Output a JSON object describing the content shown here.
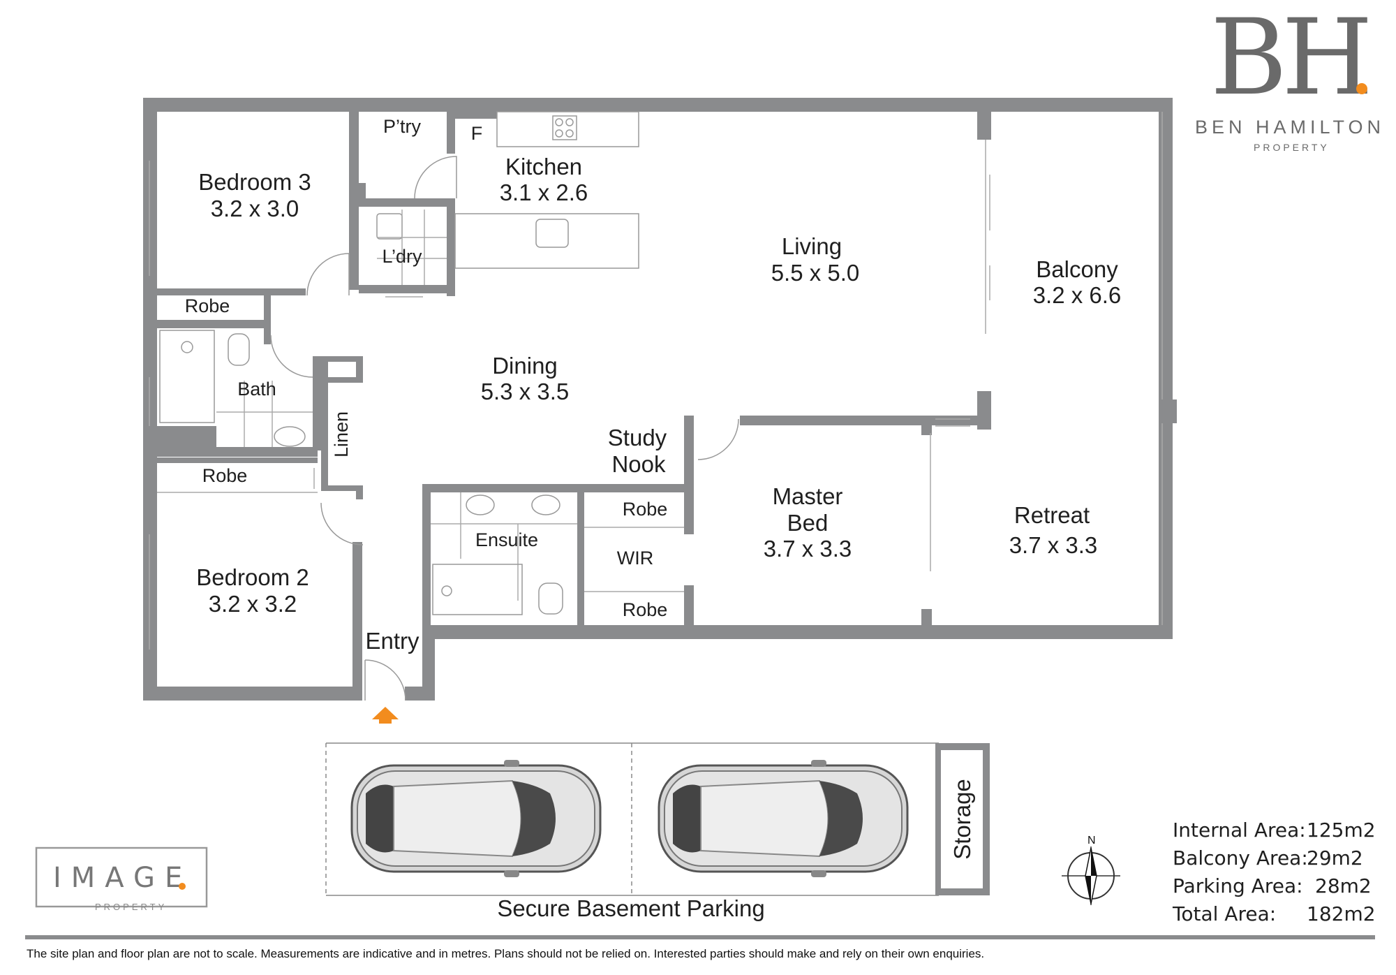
{
  "brand": {
    "monogram": "BH",
    "name": "BEN HAMILTON",
    "subtitle": "PROPERTY",
    "accent_color": "#f28c1e"
  },
  "photographer": {
    "name": "IMAGE",
    "subtitle": "PROPERTY"
  },
  "rooms": {
    "bedroom3": {
      "name": "Bedroom 3",
      "size": "3.2 x 3.0"
    },
    "pantry": {
      "name": "P’try"
    },
    "fridge": {
      "name": "F"
    },
    "kitchen": {
      "name": "Kitchen",
      "size": "3.1 x 2.6"
    },
    "laundry": {
      "name": "L’dry"
    },
    "living": {
      "name": "Living",
      "size": "5.5 x 5.0"
    },
    "balcony": {
      "name": "Balcony",
      "size": "3.2 x 6.6"
    },
    "robe_bed3": {
      "name": "Robe"
    },
    "bath": {
      "name": "Bath"
    },
    "linen": {
      "name": "Linen"
    },
    "dining": {
      "name": "Dining",
      "size": "5.3 x 3.5"
    },
    "study": {
      "line1": "Study",
      "line2": "Nook"
    },
    "robe_bed2": {
      "name": "Robe"
    },
    "bedroom2": {
      "name": "Bedroom 2",
      "size": "3.2 x 3.2"
    },
    "ensuite": {
      "name": "Ensuite"
    },
    "robe_wir_top": {
      "name": "Robe"
    },
    "wir": {
      "name": "WIR"
    },
    "robe_wir_bottom": {
      "name": "Robe"
    },
    "master": {
      "line1": "Master",
      "line2": "Bed",
      "size": "3.7 x 3.3"
    },
    "retreat": {
      "name": "Retreat",
      "size": "3.7 x 3.3"
    },
    "entry": {
      "name": "Entry"
    },
    "storage": {
      "name": "Storage"
    },
    "parking": {
      "name": "Secure Basement Parking"
    }
  },
  "compass": {
    "north": "N"
  },
  "areas": [
    {
      "label": "Internal Area:",
      "value": "125m2"
    },
    {
      "label": "Balcony Area:",
      "value": "29m2"
    },
    {
      "label": "Parking Area:",
      "value": "28m2"
    },
    {
      "label": "Total Area:",
      "value": "182m2"
    }
  ],
  "disclaimer": "The site plan and floor plan are not to scale. Measurements are indicative and in metres.  Plans should not be relied on. Interested parties should make and rely on their own enquiries."
}
